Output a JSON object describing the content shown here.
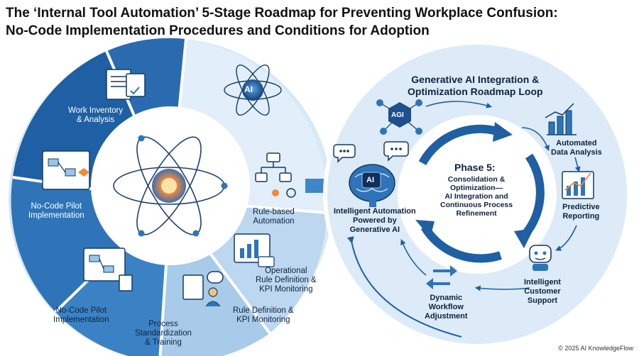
{
  "title": {
    "line1": "The ‘Internal Tool Automation’ 5-Stage Roadmap for Preventing Workplace Confusion:",
    "line2": "No-Code Implementation Procedures and Conditions for Adoption"
  },
  "left_cycle": {
    "stage_work_inventory": "Work Inventory\n& Analysis",
    "stage_pilot_inner": "No-Code Pilot\nImplementation",
    "stage_pilot_outer": "No-Code Pilot\nImplementation",
    "stage_rule_based": "Rule-based\nAutomation",
    "stage_operational": "Operational\nRule Definition &\nKPI Monitoring",
    "stage_rule_def": "Rule Definition &\nKPI Monitoring",
    "stage_standardization": "Process\nStandardization\n& Training",
    "ai_badge": "AI"
  },
  "right_loop": {
    "heading": "Generative AI Integration &\nOptimization Roadmap Loop",
    "agi_badge": "AGI",
    "ai_badge": "AI",
    "brain_label": "Intelligent Automation\nPowered by\nGenerative AI",
    "phase_title": "Phase 5:",
    "phase_desc": "Consolidation &\nOptimization—\nAI Integration and\nContinuous Process\nRefinement",
    "automated_data_analysis": "Automated\nData Analysis",
    "predictive_reporting": "Predictive\nReporting",
    "intelligent_customer_support": "Intelligent\nCustomer\nSupport",
    "dynamic_workflow_adjustment": "Dynamic\nWorkflow\nAdjustment"
  },
  "colors": {
    "dark_blue": "#1f5fa3",
    "mid_blue": "#3f86c8",
    "light_blue": "#cfe3f4",
    "pale_blue": "#e3eff9",
    "accent_orange": "#f08a3c"
  },
  "footer": "© 2025 AI KnowledgeFlow"
}
